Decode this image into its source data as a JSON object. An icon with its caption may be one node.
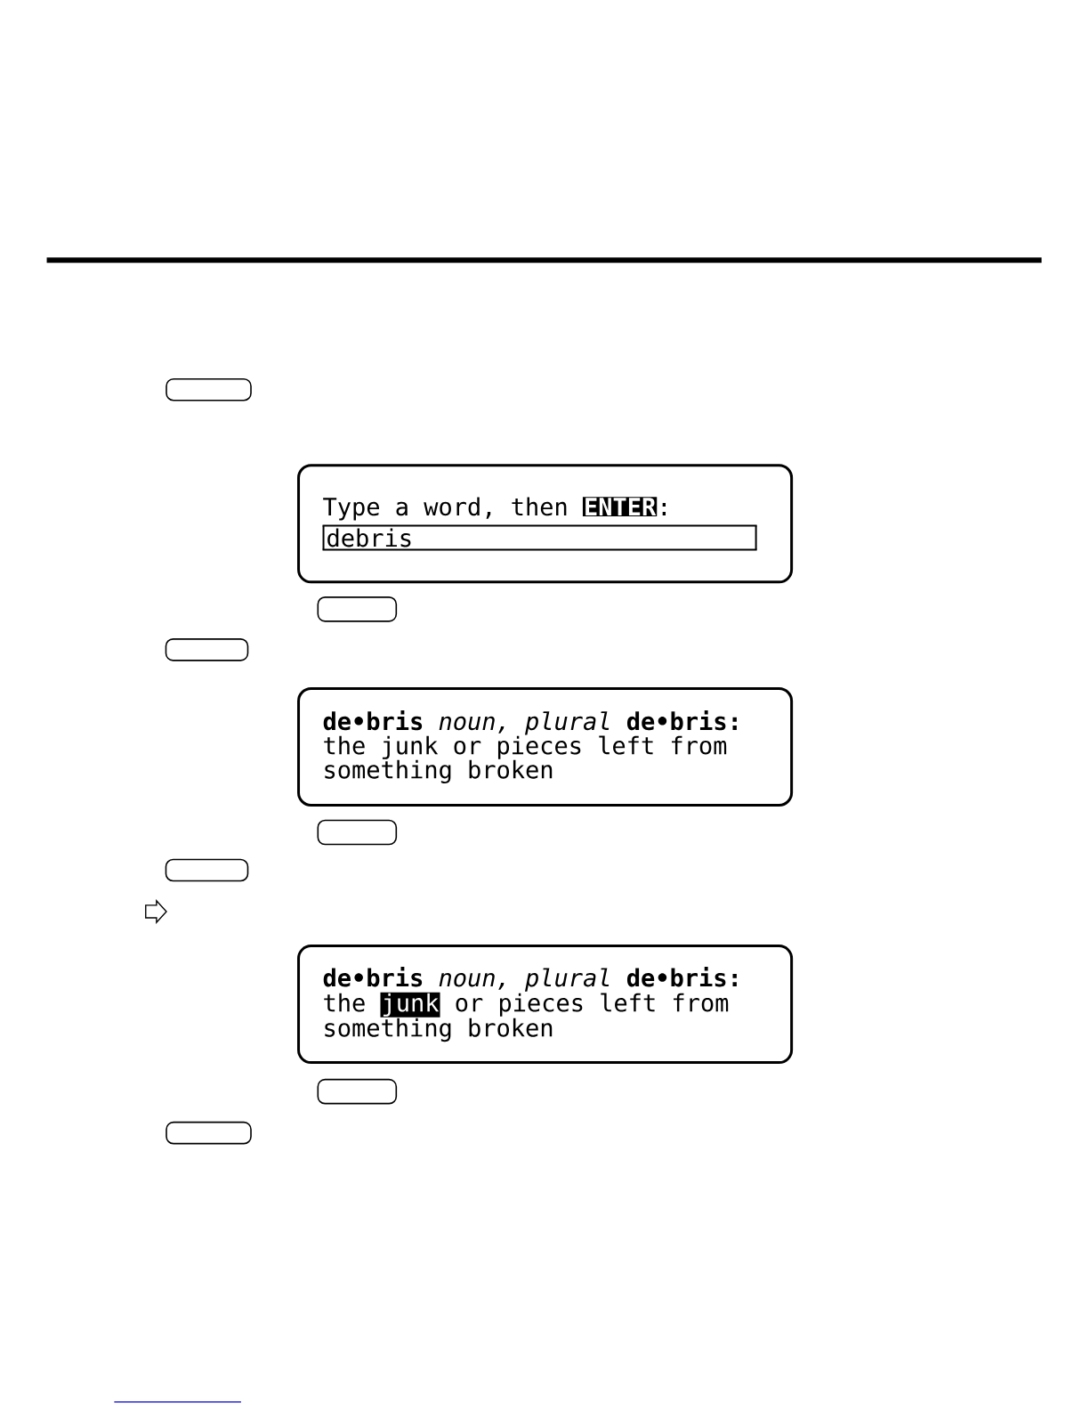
{
  "diagram": {
    "nodes": [
      {
        "text": [],
        "shape": "box"
      },
      {
        "text": [
          "Type a word, then",
          "ENTER",
          ":",
          "debris"
        ]
      },
      {
        "text": [],
        "shape": "box"
      },
      {
        "text": [],
        "shape": "box"
      },
      {
        "text": [
          "**de•bris** *noun, plural* **de•bris:** the junk or pieces left from something broken"
        ]
      },
      {
        "text": [],
        "shape": "box"
      },
      {
        "text": [],
        "shape": "box"
      },
      {
        "text": [
          "**de•bris** *noun, plural* **de•bris:** the",
          "junk",
          "or pieces left from something broken"
        ]
      },
      {
        "text": [],
        "shape": "box"
      },
      {
        "text": [],
        "shape": "box"
      }
    ]
  }
}
